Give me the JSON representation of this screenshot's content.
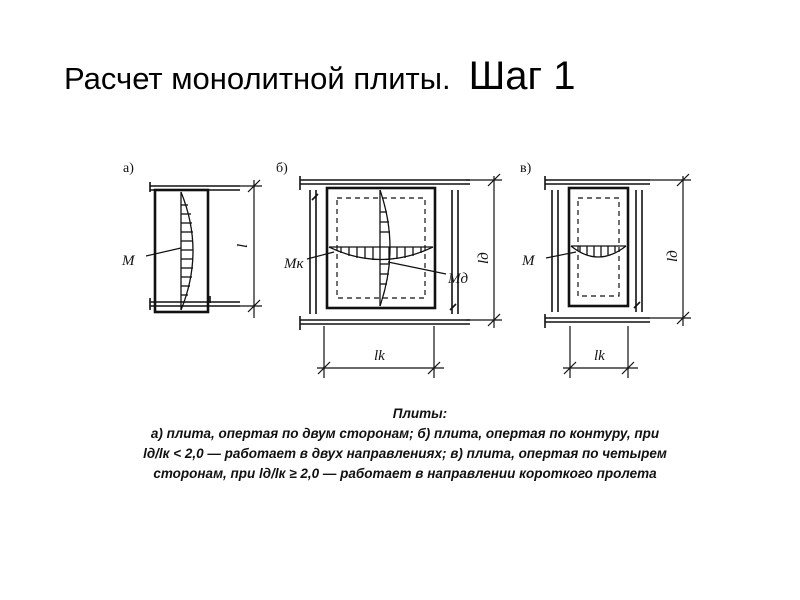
{
  "slide": {
    "title_main": "Расчет монолитной плиты.",
    "title_step": "Шаг 1"
  },
  "figure": {
    "panels": [
      {
        "letter": "а)",
        "moment": "M",
        "span": "l"
      },
      {
        "letter": "б)",
        "moment_short": "Mк",
        "moment_long": "Mд",
        "span_long": "lд",
        "span_short": "lk"
      },
      {
        "letter": "в)",
        "moment": "M",
        "span_long": "lд",
        "span_short": "lk"
      }
    ]
  },
  "caption": {
    "heading": "Плиты:",
    "line1": "а) плита, опертая по двум сторонам; б) плита, опертая по контуру, при",
    "line2": "lд/lк < 2,0 — работает в двух направлениях; в) плита, опертая по четырем",
    "line3": "сторонам, при lд/lк ≥ 2,0 — работает в направлении короткого пролета"
  }
}
